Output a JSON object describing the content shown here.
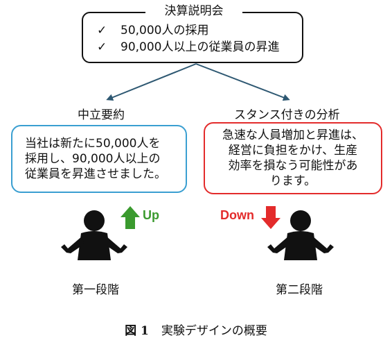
{
  "top": {
    "title": "決算説明会",
    "items": [
      {
        "check": "✓",
        "text": "50,000人の採用"
      },
      {
        "check": "✓",
        "text": "90,000人以上の従業員の昇進"
      }
    ]
  },
  "left": {
    "heading": "中立要約",
    "lines": [
      "当社は新たに50,000人を",
      "採用し、90,000人以上の",
      "従業員を昇進させました。"
    ],
    "arrow_label": "Up",
    "stage": "第一段階"
  },
  "right": {
    "heading": "スタンス付きの分析",
    "lines": [
      "急速な人員増加と昇進は、",
      "経営に負担をかけ、生産",
      "効率を損なう可能性があ",
      "ります。"
    ],
    "arrow_label": "Down",
    "stage": "第二段階"
  },
  "caption": {
    "fig": "図 1",
    "text": "実験デザインの概要"
  },
  "colors": {
    "blue": "#3a9fd1",
    "red": "#e32b2b",
    "green": "#3a9a2e",
    "arrow": "#2e5872"
  }
}
